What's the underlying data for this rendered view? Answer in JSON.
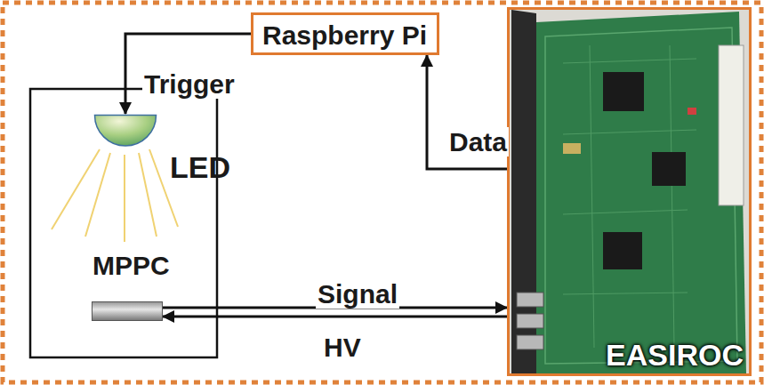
{
  "diagram": {
    "nodes": [
      {
        "text": [
          "Raspberry Pi"
        ]
      },
      {
        "text": [
          "LED"
        ]
      },
      {
        "text": [
          "MPPC"
        ]
      },
      {
        "text": [
          "EASIROC"
        ]
      }
    ],
    "edges": [
      {
        "from": 0,
        "to": 1,
        "label": "Trigger",
        "arrow": "to"
      },
      {
        "from": 3,
        "to": 0,
        "label": "Data",
        "arrow": "to"
      },
      {
        "from": 2,
        "to": 3,
        "label": "Signal",
        "arrow": "to"
      },
      {
        "from": 3,
        "to": 2,
        "label": "HV",
        "arrow": "to"
      }
    ]
  }
}
